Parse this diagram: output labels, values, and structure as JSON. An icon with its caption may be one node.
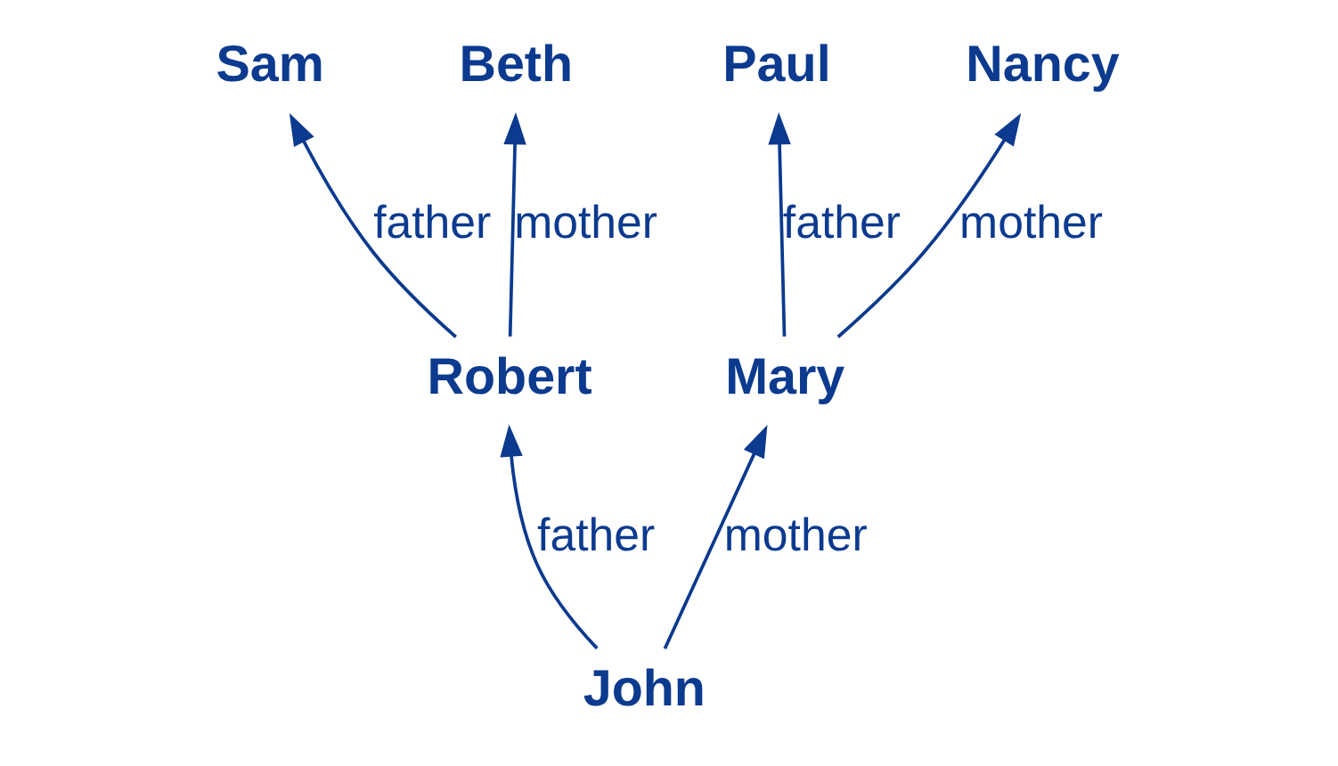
{
  "diagram": {
    "nodes": [
      {
        "text": [
          "Sam"
        ]
      },
      {
        "text": [
          "Beth"
        ]
      },
      {
        "text": [
          "Paul"
        ]
      },
      {
        "text": [
          "Nancy"
        ]
      },
      {
        "text": [
          "Robert"
        ]
      },
      {
        "text": [
          "Mary"
        ]
      },
      {
        "text": [
          "John"
        ]
      }
    ],
    "edges": [
      {
        "from": 4,
        "to": 0,
        "arrow": "to",
        "label": "father"
      },
      {
        "from": 4,
        "to": 1,
        "arrow": "to",
        "label": "mother"
      },
      {
        "from": 5,
        "to": 2,
        "arrow": "to",
        "label": "father"
      },
      {
        "from": 5,
        "to": 3,
        "arrow": "to",
        "label": "mother"
      },
      {
        "from": 6,
        "to": 4,
        "arrow": "to",
        "label": "father"
      },
      {
        "from": 6,
        "to": 5,
        "arrow": "to",
        "label": "mother"
      }
    ]
  }
}
